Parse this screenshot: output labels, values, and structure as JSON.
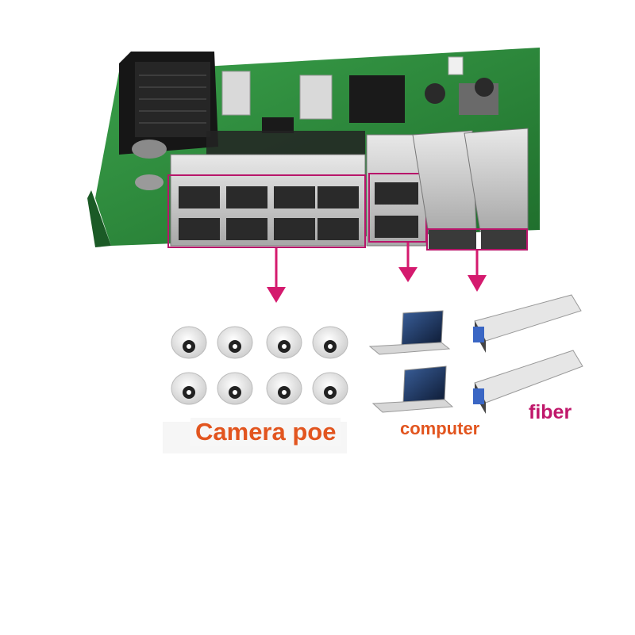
{
  "labels": {
    "camera": "Camera poe",
    "computer": "computer",
    "fiber": "fiber"
  },
  "colors": {
    "board_green": "#2c8a3a",
    "highlight_box": "#b8156a",
    "arrow": "#d41a6e",
    "label_orange": "#e2551f",
    "label_magenta": "#c0186b"
  }
}
